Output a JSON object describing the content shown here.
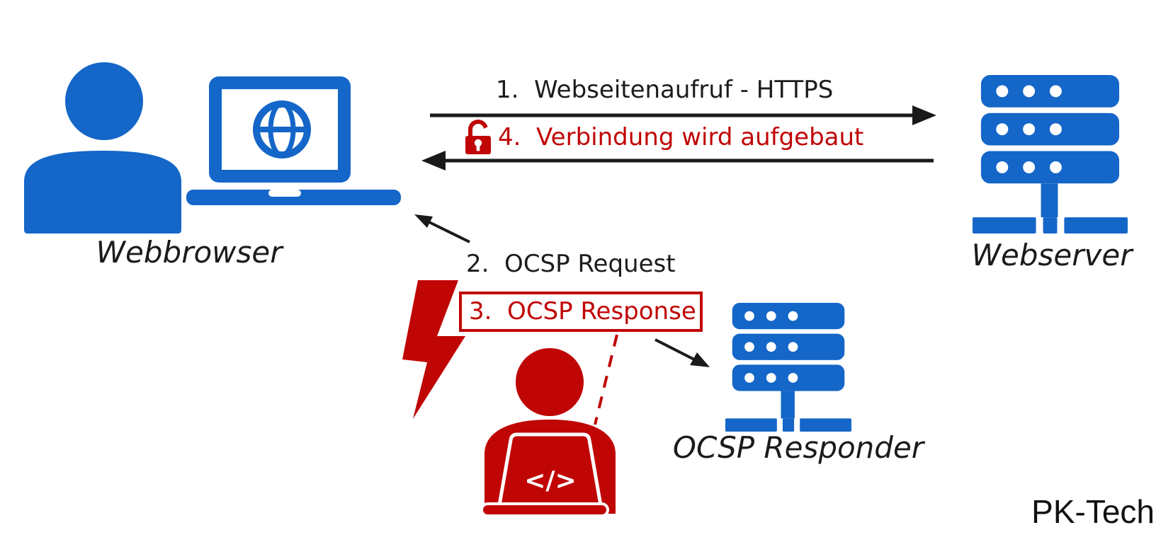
{
  "colors": {
    "blue": "#1466C8",
    "red": "#C00505",
    "ink": "#1a1a1a"
  },
  "nodes": {
    "webbrowser": {
      "label": "Webbrowser"
    },
    "webserver": {
      "label": "Webserver"
    },
    "ocsp_responder": {
      "label": "OCSP Responder"
    },
    "attacker": {
      "code_glyph": "</>"
    }
  },
  "messages": {
    "step1": "1.  Webseitenaufruf - HTTPS",
    "step2": "2.  OCSP Request",
    "step3": "3.  OCSP Response",
    "step4": "4.  Verbindung wird aufgebaut"
  },
  "branding": {
    "watermark": "PK-Tech"
  }
}
